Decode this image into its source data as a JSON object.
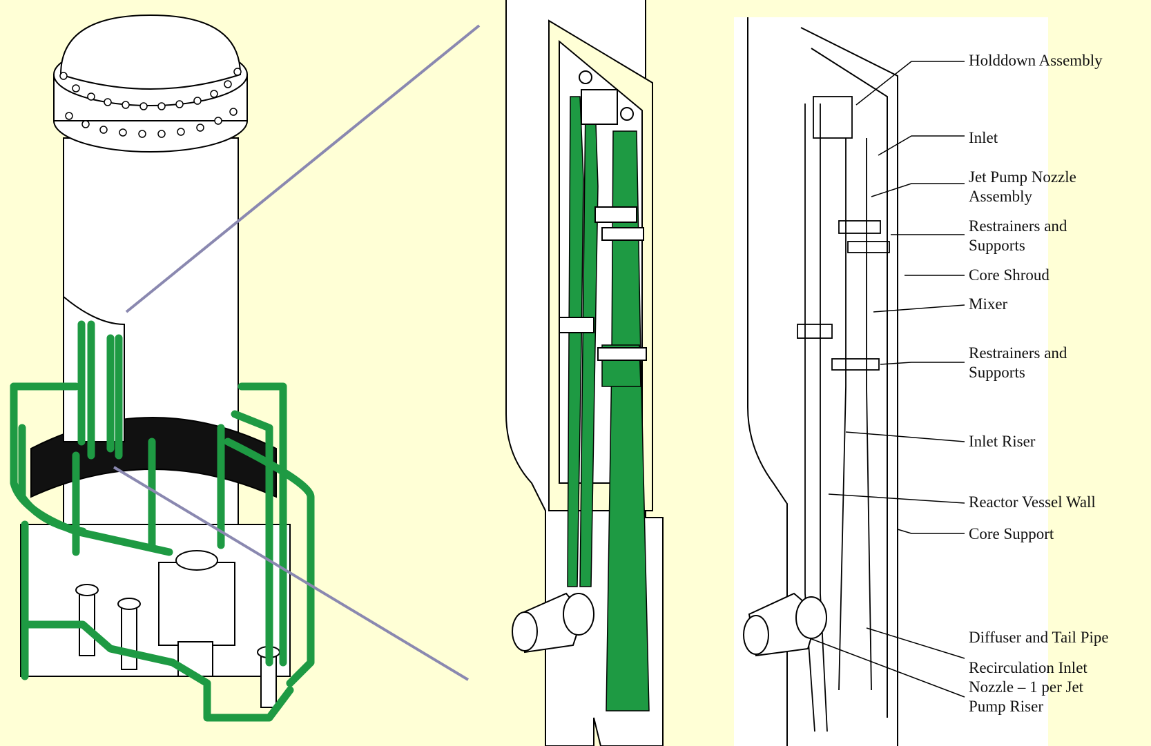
{
  "colors": {
    "background": "#FFFFD6",
    "pipe_green": "#1E9A43",
    "pointer_line": "#8A88B0",
    "outline": "#000000",
    "panel_white": "#FFFFFF",
    "panel_bg_tint": "#FFFFD6"
  },
  "labels": [
    {
      "id": "holddown",
      "lines": [
        "Holddown Assembly"
      ]
    },
    {
      "id": "inlet",
      "lines": [
        "Inlet"
      ]
    },
    {
      "id": "nozzle",
      "lines": [
        "Jet Pump Nozzle",
        "Assembly"
      ]
    },
    {
      "id": "restrainers1",
      "lines": [
        "Restrainers and",
        "Supports"
      ]
    },
    {
      "id": "shroud",
      "lines": [
        "Core Shroud"
      ]
    },
    {
      "id": "mixer",
      "lines": [
        "Mixer"
      ]
    },
    {
      "id": "restrainers2",
      "lines": [
        "Restrainers and",
        "Supports"
      ]
    },
    {
      "id": "riser",
      "lines": [
        "Inlet Riser"
      ]
    },
    {
      "id": "wall",
      "lines": [
        "Reactor Vessel Wall"
      ]
    },
    {
      "id": "support",
      "lines": [
        "Core Support"
      ]
    },
    {
      "id": "diffuser",
      "lines": [
        "Diffuser and Tail Pipe"
      ]
    },
    {
      "id": "recirc",
      "lines": [
        "Recirculation Inlet",
        "Nozzle – 1 per Jet",
        "Pump Riser"
      ]
    }
  ]
}
